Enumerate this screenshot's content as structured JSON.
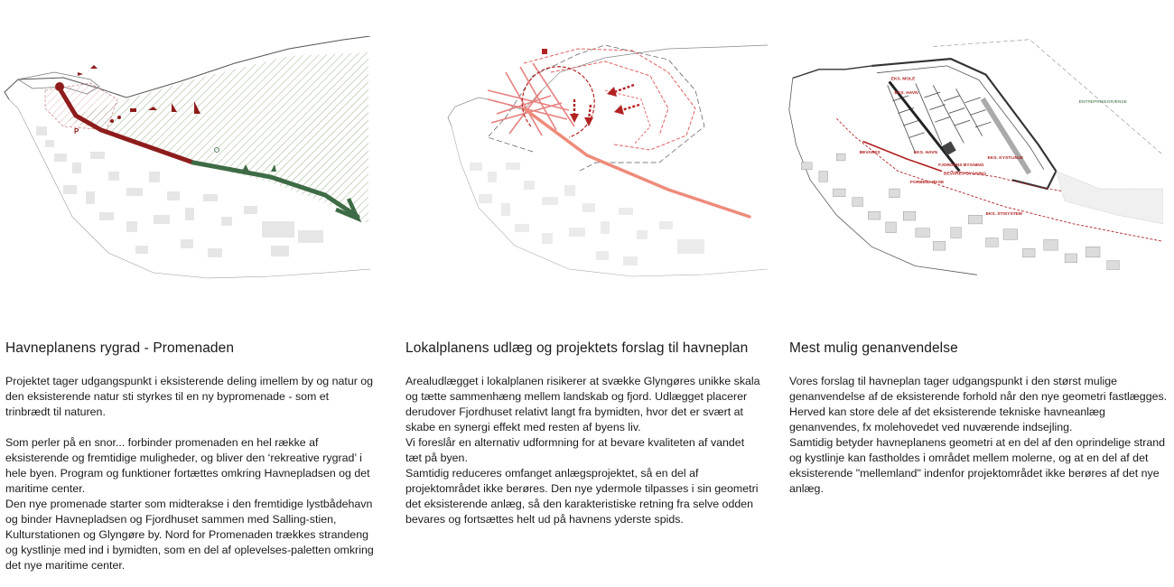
{
  "maps": {
    "map3_labels": {
      "eks_mole": "EKS. MOLE",
      "eks_havn": "EKS. HAVN",
      "entreprisegrense": "ENTREPRISEGRÆNSE",
      "bevares": "BEVARES",
      "eks_havn2": "EKS. HAVN",
      "eks_kystlinje": "EKS. KYSTLINJE",
      "fjordens_bygning": "FJORDENS BYGNING",
      "bevares_bygning": "BEVARES BYGNING",
      "forbind_okse": "FORBIND ØKSE",
      "eks_stisystem": "EKS. STISYSTEM"
    }
  },
  "columns": [
    {
      "title": "Havneplanens rygrad - Promenaden",
      "paragraphs": [
        "Projektet tager udgangspunkt i eksisterende deling imellem by og natur og den eksisterende natur sti styrkes til en ny bypromenade - som et trinbrædt til naturen.",
        "Som perler på en snor... forbinder promenaden en hel række af eksisterende og fremtidige muligheder, og bliver den ‘rekreative rygrad’ i hele byen. Program og funktioner fortættes omkring Havnepladsen og det maritime center.",
        "Den nye promenade starter som midterakse i den fremtidige lystbådehavn og binder Havnepladsen og Fjordhuset sammen med Salling-stien, Kulturstationen og Glyngøre by. Nord for Promenaden trækkes strandeng og kystlinje med ind i bymidten, som en del af oplevelses-paletten omkring det nye maritime center."
      ]
    },
    {
      "title": "Lokalplanens udlæg og projektets forslag til havneplan",
      "paragraphs": [
        "Arealudlægget i lokalplanen risikerer at svække Glyngøres unikke skala og tætte sammenhæng mellem landskab og fjord. Udlægget placerer derudover Fjordhuset relativt langt fra bymidten, hvor det er svært at skabe en synergi effekt med resten af byens liv.",
        "Vi foreslår en alternativ udformning for at bevare kvaliteten af vandet tæt på byen.",
        "Samtidig reduceres omfanget anlægsprojektet, så en del af projektområdet ikke berøres. Den nye ydermole tilpasses i sin geometri det eksisterende anlæg, så den karakteristiske retning fra selve odden bevares og fortsættes helt ud på havnens yderste spids."
      ]
    },
    {
      "title": "Mest mulig genanvendelse",
      "paragraphs": [
        "Vores forslag til havneplan tager udgangspunkt i den størst mulige genanvendelse af de eksisterende forhold når den nye geometri fastlægges. Herved kan store dele af det eksisterende tekniske havneanlæg genanvendes, fx molehovedet ved nuværende indsejling.",
        " Samtidig betyder havneplanens geometri at en del af den oprindelige strand og kystlinje kan fastholdes i området mellem molerne, og at en del af det eksisterende \"mellemland\" indenfor projektområdet ikke berøres af det nye anlæg."
      ]
    }
  ],
  "colors": {
    "promenade_red": "#8e1c1c",
    "promenade_green": "#3d6b45",
    "plan_red": "#e06060",
    "arrow_red": "#b22222",
    "building_grey": "#e4e4e4",
    "coast_line": "#666666"
  }
}
